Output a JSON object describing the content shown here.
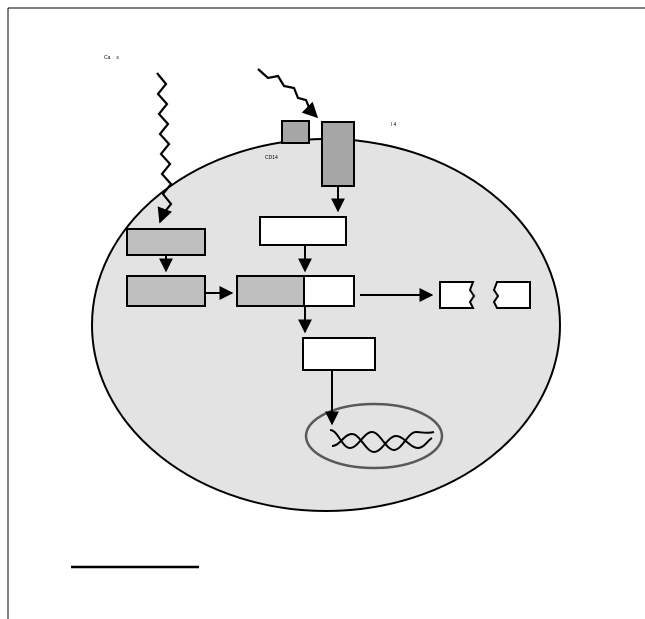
{
  "labels": {
    "top_left": "Ca      s",
    "cd14": "CD14",
    "receptor": "l 4"
  },
  "colors": {
    "background": "#ffffff",
    "cell": "#e3e3e3",
    "box_gray": "#bfbfbf",
    "receptor_gray": "#a6a6a6",
    "box_white": "#ffffff",
    "stroke": "#000000",
    "nucleus_stroke": "#595959"
  }
}
